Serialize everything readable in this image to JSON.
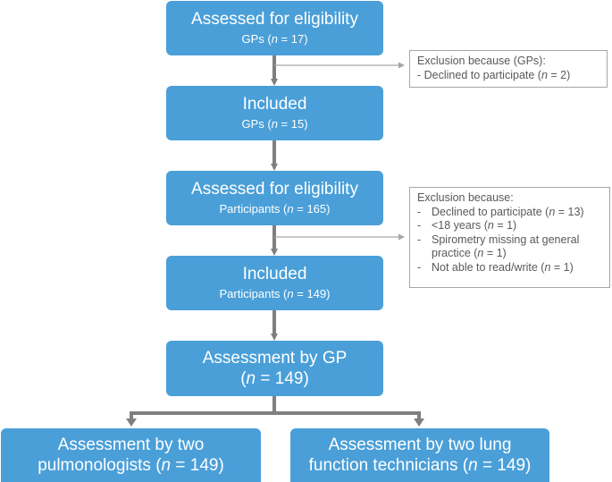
{
  "boxes": {
    "eligible_gps": {
      "title": "Assessed for eligibility",
      "sub_pre": "GPs (",
      "n": "n",
      "sub_post": " = 17)"
    },
    "included_gps": {
      "title": "Included",
      "sub_pre": "GPs (",
      "n": "n",
      "sub_post": " = 15)"
    },
    "eligible_part": {
      "title": "Assessed for eligibility",
      "sub_pre": "Participants (",
      "n": "n",
      "sub_post": " = 165)"
    },
    "included_part": {
      "title": "Included",
      "sub_pre": "Participants (",
      "n": "n",
      "sub_post": " = 149)"
    },
    "assess_gp": {
      "title": "Assessment by GP",
      "sub_pre": "(",
      "n": "n",
      "sub_post": " = 149)"
    },
    "assess_pulm": {
      "line1": "Assessment by two",
      "line2_pre": "pulmonologists (",
      "n": "n",
      "line2_post": " = 149)"
    },
    "assess_tech": {
      "line1": "Assessment by two lung",
      "line2_pre": "function technicians (",
      "n": "n",
      "line2_post": " = 149)"
    }
  },
  "exclusion_gps": {
    "title": "Exclusion because (GPs):",
    "item_pre": "- Declined to participate (",
    "n": "n",
    "item_post": " = 2)"
  },
  "exclusion_participants": {
    "title": "Exclusion because:",
    "items": [
      {
        "dash": "-",
        "pre": "Declined to participate (",
        "n": "n",
        "post": " = 13)"
      },
      {
        "dash": "-",
        "pre": "<18 years (",
        "n": "n",
        "post": " = 1)"
      },
      {
        "dash": "-",
        "pre": "Spirometry missing at general practice (",
        "n": "n",
        "post": " = 1)"
      },
      {
        "dash": "-",
        "pre": "Not able to read/write (",
        "n": "n",
        "post": " = 1)"
      }
    ]
  },
  "colors": {
    "box_fill": "#4a9fd8",
    "arrow": "#7f7f7f",
    "thin_arrow": "#a6a6a6",
    "excl_text": "#595959"
  }
}
